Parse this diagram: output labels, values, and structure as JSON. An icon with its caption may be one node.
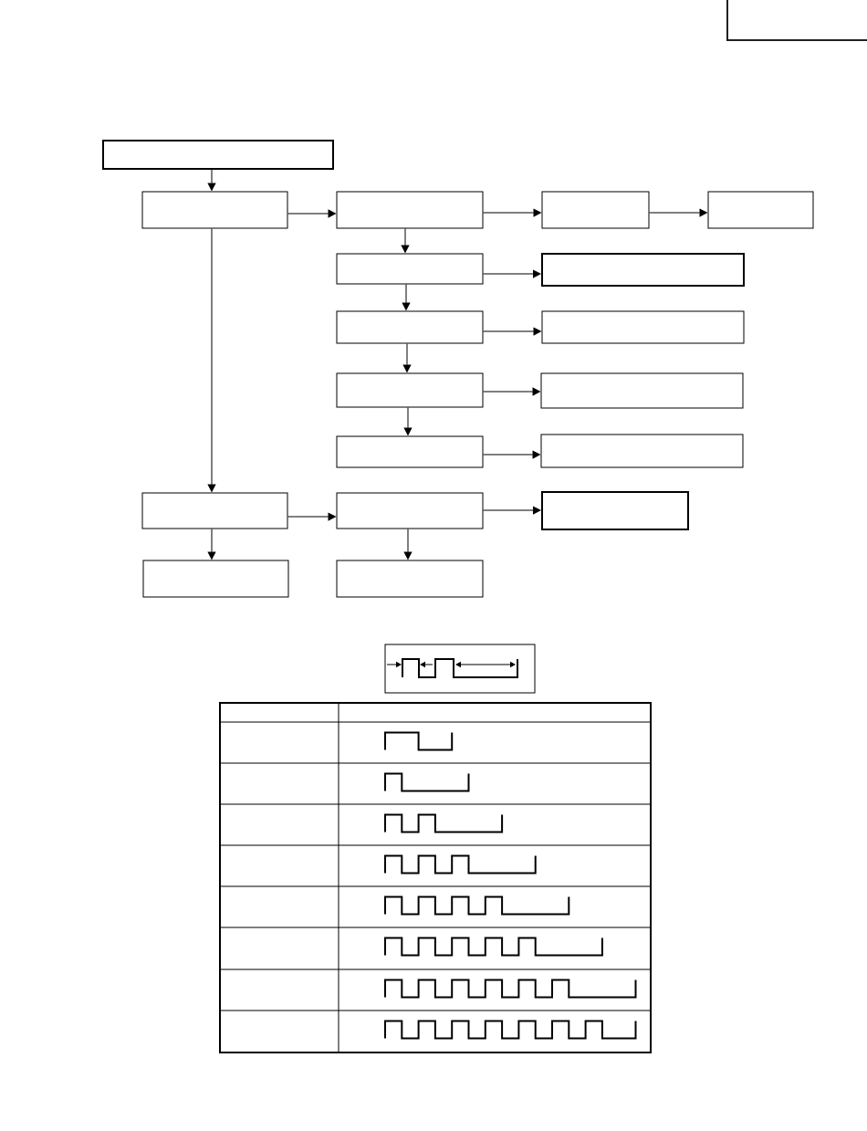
{
  "diagram": {
    "nodes": [
      {
        "text": [],
        "shape": "box"
      },
      {
        "text": [],
        "shape": "box"
      },
      {
        "text": [],
        "shape": "box"
      },
      {
        "text": [],
        "shape": "box"
      },
      {
        "text": [],
        "shape": "box"
      },
      {
        "text": [],
        "shape": "box"
      },
      {
        "text": [],
        "shape": "box"
      },
      {
        "text": [],
        "shape": "box"
      },
      {
        "text": [],
        "shape": "box"
      },
      {
        "text": [],
        "shape": "box"
      },
      {
        "text": [],
        "shape": "box"
      },
      {
        "text": [],
        "shape": "box"
      },
      {
        "text": [],
        "shape": "box"
      },
      {
        "text": [],
        "shape": "box"
      },
      {
        "text": [],
        "shape": "box"
      },
      {
        "text": [],
        "shape": "box"
      },
      {
        "text": [],
        "shape": "box"
      },
      {
        "text": [],
        "shape": "box"
      }
    ],
    "edges": [
      {
        "from": 0,
        "to": 1,
        "arrow": "to"
      },
      {
        "from": 1,
        "to": 2,
        "arrow": "to"
      },
      {
        "from": 2,
        "to": 3,
        "arrow": "to"
      },
      {
        "from": 3,
        "to": 4,
        "arrow": "to"
      },
      {
        "from": 2,
        "to": 5,
        "arrow": "to"
      },
      {
        "from": 5,
        "to": 6,
        "arrow": "to"
      },
      {
        "from": 5,
        "to": 7,
        "arrow": "to"
      },
      {
        "from": 7,
        "to": 8,
        "arrow": "to"
      },
      {
        "from": 7,
        "to": 9,
        "arrow": "to"
      },
      {
        "from": 9,
        "to": 10,
        "arrow": "to"
      },
      {
        "from": 9,
        "to": 11,
        "arrow": "to"
      },
      {
        "from": 11,
        "to": 12,
        "arrow": "to"
      },
      {
        "from": 1,
        "to": 13,
        "arrow": "to"
      },
      {
        "from": 13,
        "to": 14,
        "arrow": "to"
      },
      {
        "from": 14,
        "to": 15,
        "arrow": "to"
      },
      {
        "from": 13,
        "to": 16,
        "arrow": "to"
      },
      {
        "from": 14,
        "to": 17,
        "arrow": "to"
      }
    ]
  }
}
